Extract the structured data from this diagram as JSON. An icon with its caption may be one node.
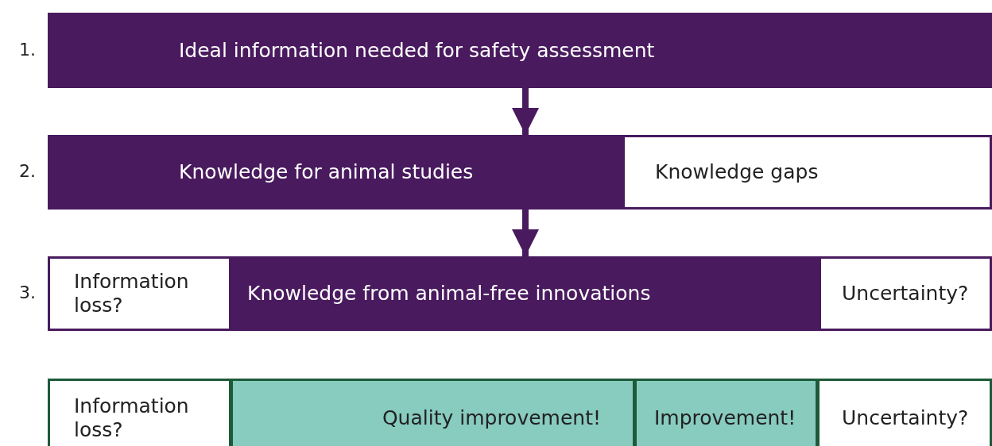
{
  "diagram": {
    "nodes": [
      {
        "text": [
          "Ideal information needed for safety assessment"
        ],
        "beside": [
          "1."
        ]
      },
      {
        "text": [
          "Knowledge for animal studies"
        ],
        "beside": [
          "2."
        ]
      },
      {
        "text": [
          "Knowledge gaps"
        ]
      },
      {
        "text": [
          "Information loss?"
        ],
        "beside": [
          "3."
        ]
      },
      {
        "text": [
          "Knowledge from animal-free innovations"
        ]
      },
      {
        "text": [
          "Uncertainty?"
        ]
      },
      {
        "text": [
          "Information loss?"
        ]
      },
      {
        "text": [
          "Quality improvement!"
        ]
      },
      {
        "text": [
          "Improvement!"
        ]
      },
      {
        "text": [
          "Uncertainty?"
        ]
      }
    ],
    "edges": [
      {
        "from": 0,
        "to": 1,
        "arrow": "to"
      },
      {
        "from": 1,
        "to": 4,
        "arrow": "to"
      }
    ]
  }
}
